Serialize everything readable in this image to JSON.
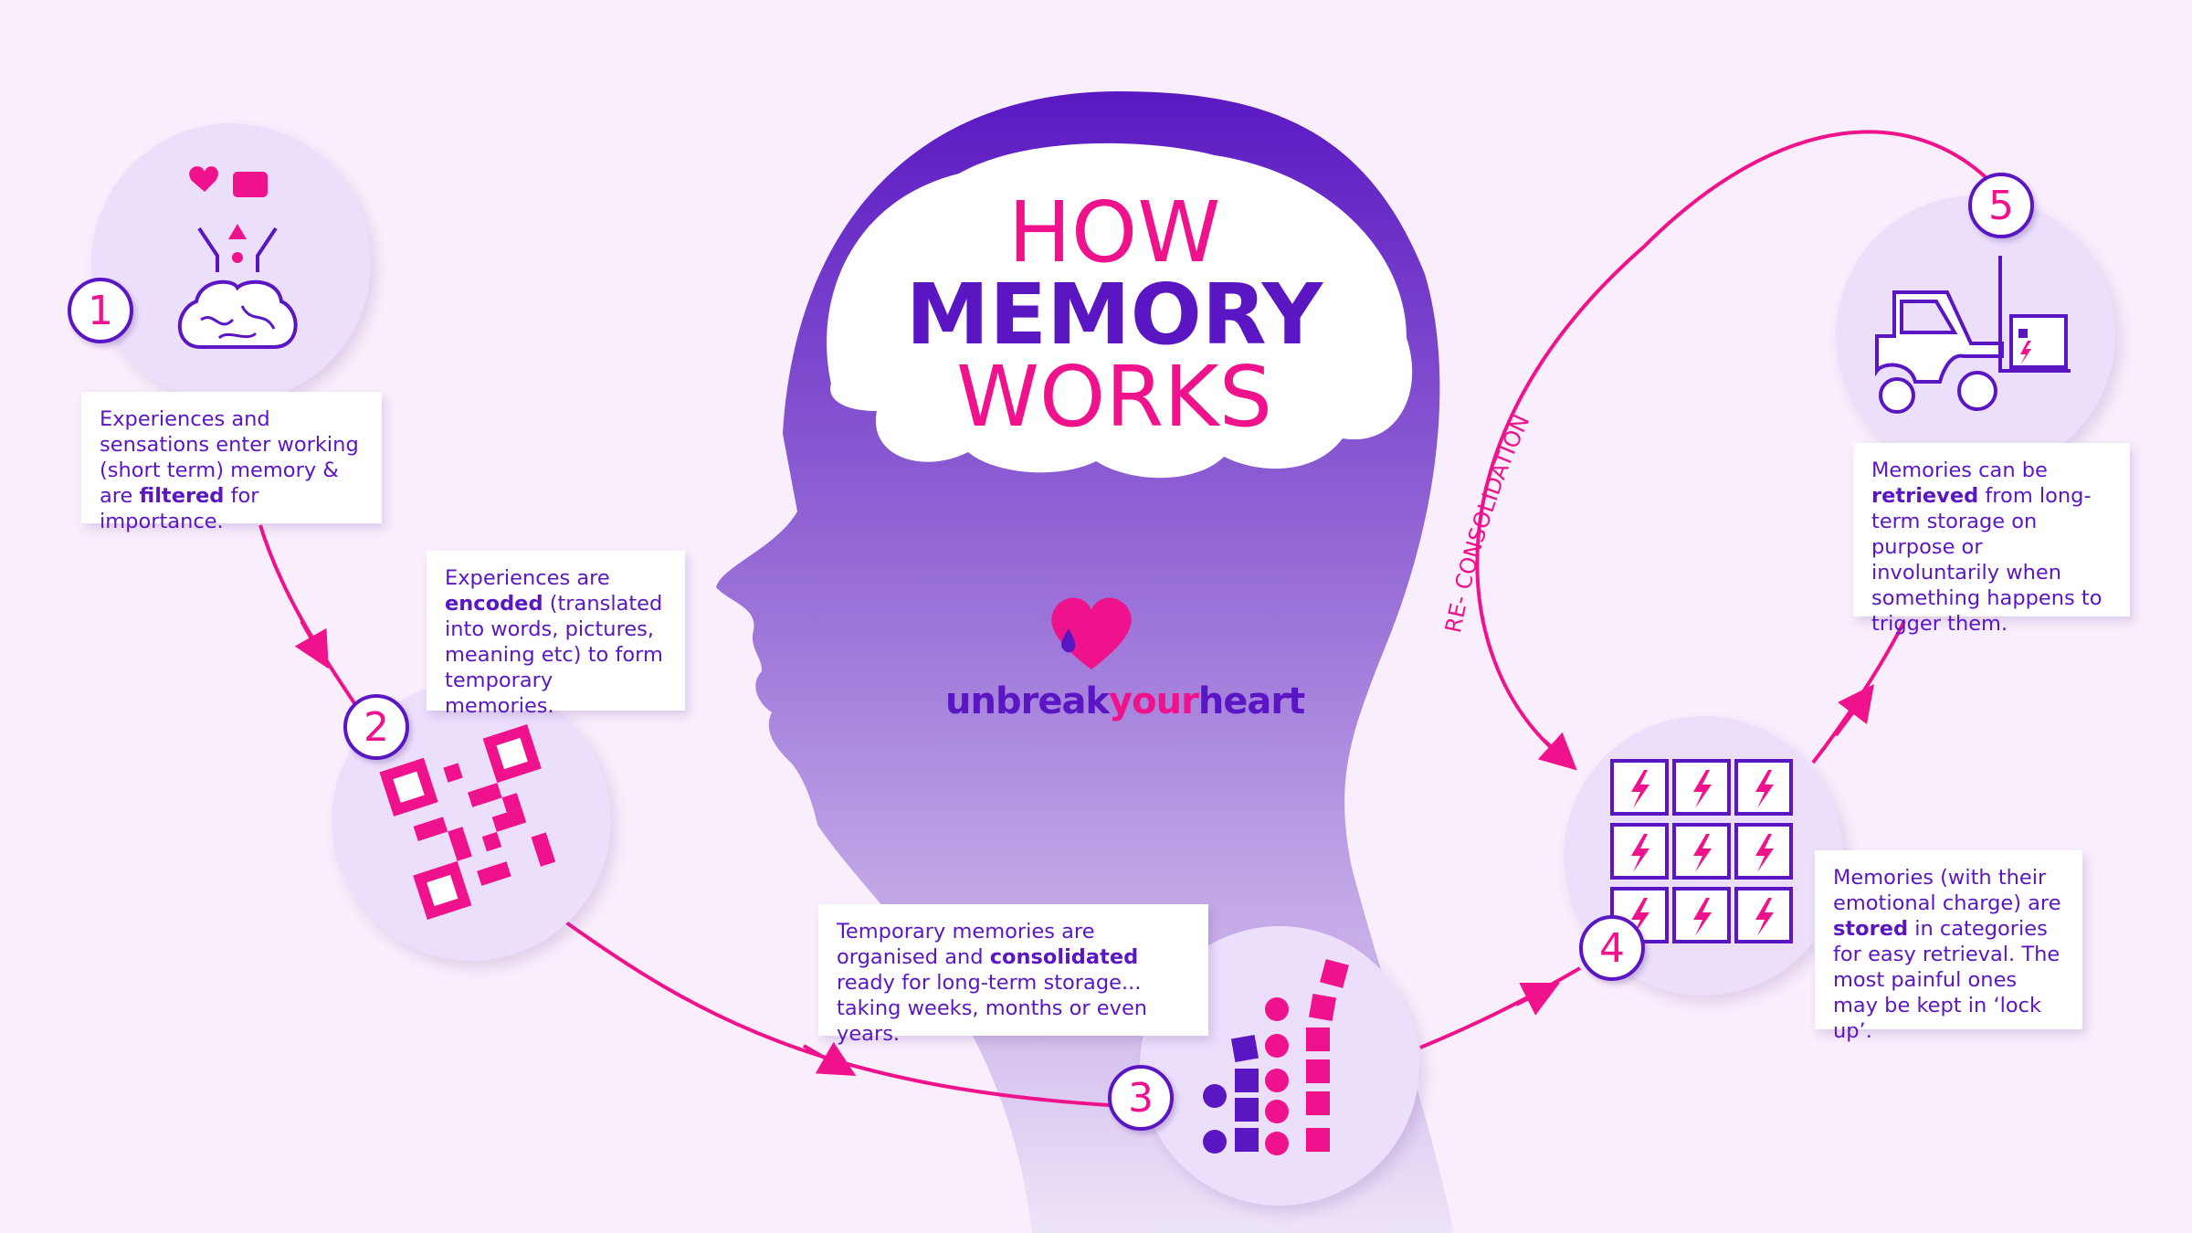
{
  "title": {
    "line1": "HOW",
    "line2": "MEMORY",
    "line3": "WORKS"
  },
  "logo": {
    "part1": "unbreak",
    "part2": "your",
    "part3": "heart",
    "icon": "heart-drop-icon"
  },
  "reconsolidation_label": "RE- CONSOLIDATION",
  "colors": {
    "purple": "#5b16c4",
    "pink": "#f0128c",
    "background": "#f9eefc",
    "circle": "#ebdffb"
  },
  "steps": [
    {
      "number": "1",
      "icon": "brain-filter-icon",
      "pre": "Experiences and sensations enter working (short term) memory & are ",
      "bold": "filtered",
      "post": " for importance."
    },
    {
      "number": "2",
      "icon": "qr-code-icon",
      "pre": "Experiences are ",
      "bold": "encoded",
      "post": " (translated into words, pictures, meaning etc) to form temporary memories."
    },
    {
      "number": "3",
      "icon": "blocks-icon",
      "pre": "Temporary memories are organised and ",
      "bold": "consolidated",
      "post": " ready for long-term storage... taking weeks, months or even years."
    },
    {
      "number": "4",
      "icon": "storage-boxes-icon",
      "pre": "Memories (with their emotional charge) are ",
      "bold": "stored",
      "post": " in categories for easy retrieval. The most painful ones may be kept in ‘lock up’."
    },
    {
      "number": "5",
      "icon": "forklift-icon",
      "pre": "Memories can be ",
      "bold": "retrieved",
      "post": " from long-term storage on purpose or involuntarily when something happens to trigger them."
    }
  ]
}
